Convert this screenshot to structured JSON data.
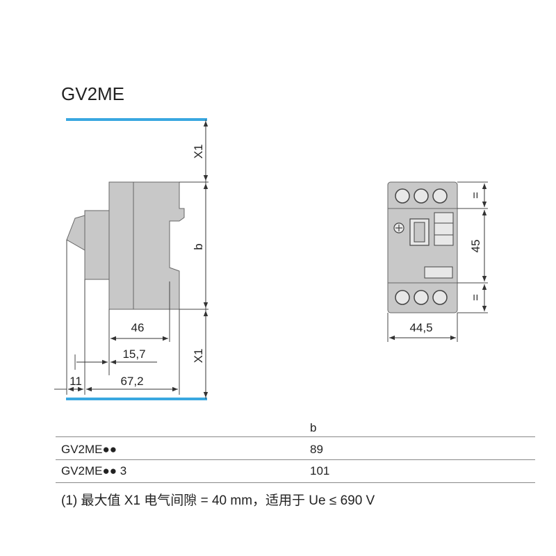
{
  "title": "GV2ME",
  "side_view": {
    "dim_x1_top": "X1",
    "dim_b": "b",
    "dim_x1_bottom": "X1",
    "dim_46": "46",
    "dim_15_7": "15,7",
    "dim_11": "11",
    "dim_67_2": "67,2"
  },
  "front_view": {
    "dim_eq_top": "=",
    "dim_45": "45",
    "dim_eq_bottom": "=",
    "dim_44_5": "44,5"
  },
  "table": {
    "header_b": "b",
    "rows": [
      {
        "model": "GV2ME●●",
        "b": "89"
      },
      {
        "model": "GV2ME●● 3",
        "b": "101"
      }
    ]
  },
  "footnote": "(1) 最大值 X1 电气间隙 = 40 mm，适用于 Ue ≤ 690 V",
  "colors": {
    "clearance_line": "#39a7e0",
    "body_fill": "#c8c8c8"
  }
}
